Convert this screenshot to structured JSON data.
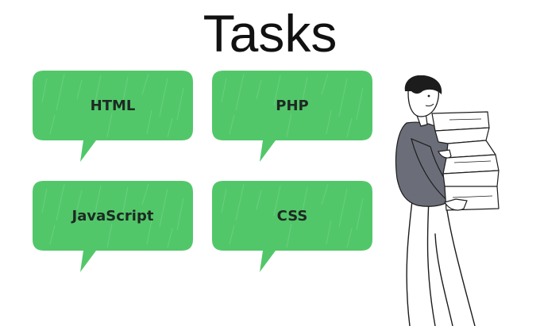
{
  "title": "Tasks",
  "tasks": [
    {
      "label": "HTML"
    },
    {
      "label": "PHP"
    },
    {
      "label": "JavaScript"
    },
    {
      "label": "CSS"
    }
  ],
  "colors": {
    "bubble": "#52c76a",
    "bubble_streak": "#7ad98e",
    "text": "#1d2a22",
    "title": "#111111",
    "shirt": "#6b6e78",
    "hair": "#1c1c1c"
  }
}
